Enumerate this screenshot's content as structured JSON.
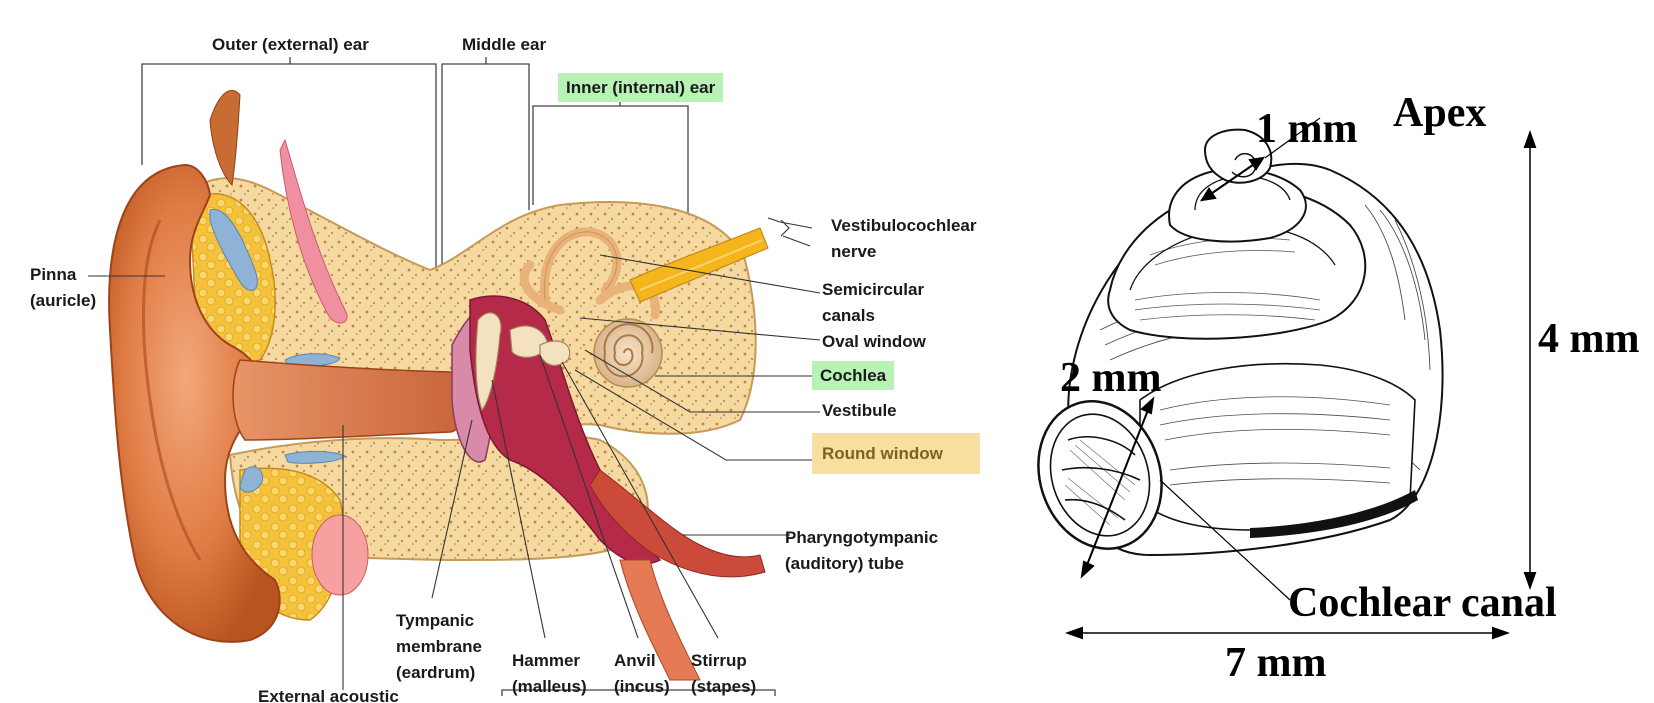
{
  "ear_diagram": {
    "section_labels": {
      "outer": "Outer (external) ear",
      "middle": "Middle ear",
      "inner": "Inner (internal) ear"
    },
    "labels": {
      "pinna_line1": "Pinna",
      "pinna_line2": "(auricle)",
      "vestibulocochlear_line1": "Vestibulocochlear",
      "vestibulocochlear_line2": "nerve",
      "semicircular_line1": "Semicircular",
      "semicircular_line2": "canals",
      "oval_window": "Oval window",
      "cochlea": "Cochlea",
      "vestibule": "Vestibule",
      "round_window": "Round window",
      "pharyngo_line1": "Pharyngotympanic",
      "pharyngo_line2": "(auditory) tube",
      "tympanic_line1": "Tympanic",
      "tympanic_line2": "membrane",
      "tympanic_line3": "(eardrum)",
      "hammer_line1": "Hammer",
      "hammer_line2": "(malleus)",
      "anvil_line1": "Anvil",
      "anvil_line2": "(incus)",
      "stirrup_line1": "Stirrup",
      "stirrup_line2": "(stapes)",
      "external_acoustic": "External acoustic"
    },
    "highlight_colors": {
      "green": "#b8f2b4",
      "yellow": "#f8dfa0"
    }
  },
  "cochlea_diagram": {
    "labels": {
      "apex": "Apex",
      "one_mm": "1 mm",
      "two_mm": "2 mm",
      "four_mm": "4 mm",
      "seven_mm": "7 mm",
      "cochlear_canal": "Cochlear canal"
    }
  }
}
